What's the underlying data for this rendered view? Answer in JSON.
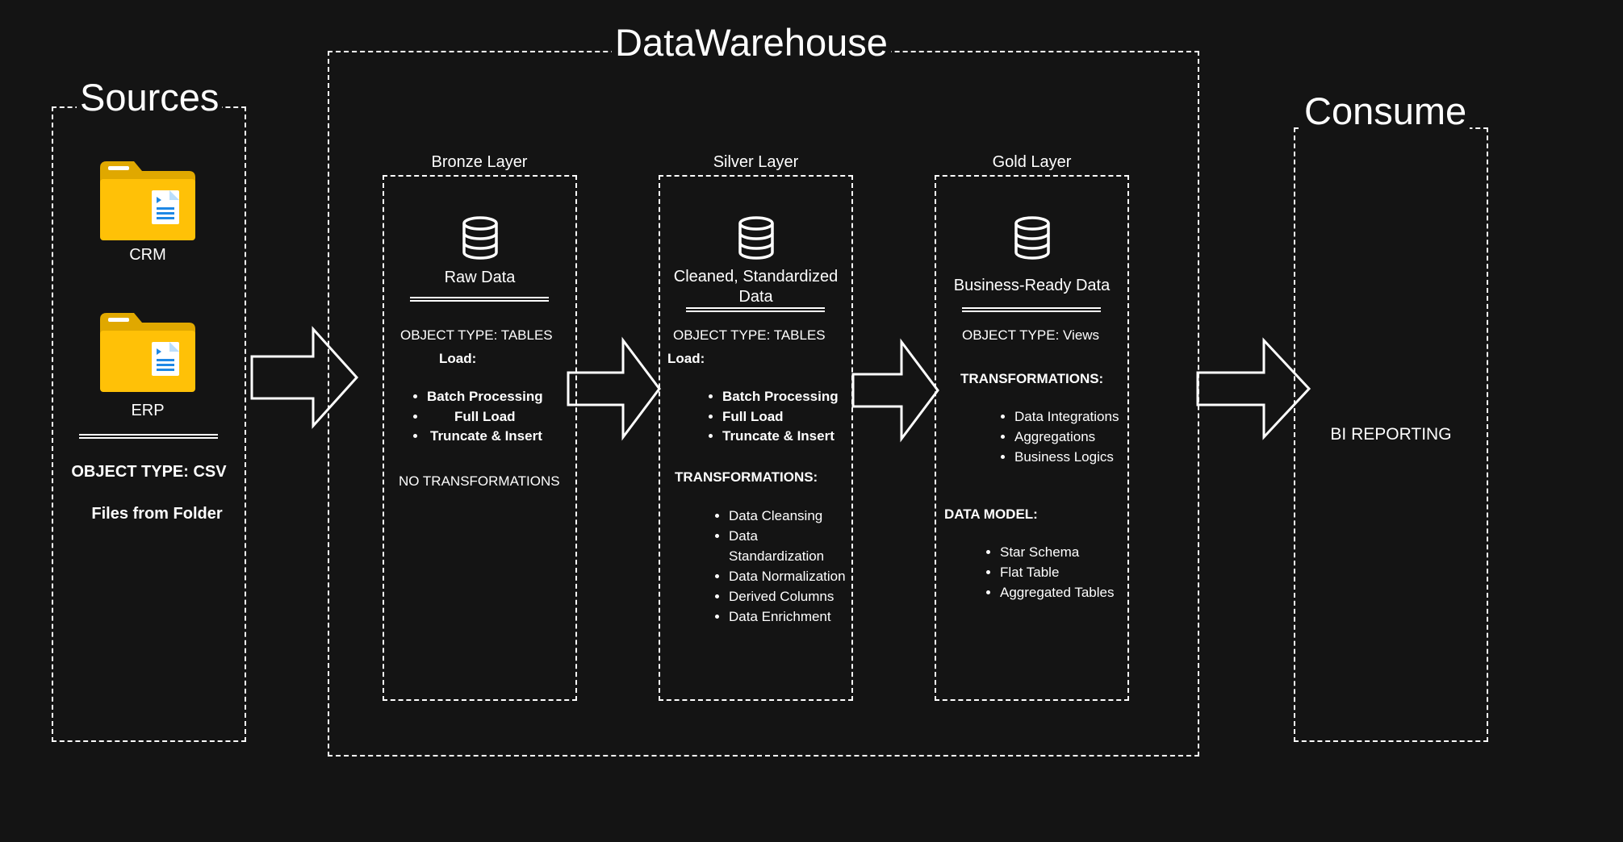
{
  "sources": {
    "title": "Sources",
    "crm_label": "CRM",
    "erp_label": "ERP",
    "object_type": "OBJECT TYPE: CSV",
    "files": "Files from Folder"
  },
  "warehouse": {
    "title": "DataWarehouse"
  },
  "bronze": {
    "title": "Bronze Layer",
    "data_label": "Raw Data",
    "object_type": "OBJECT TYPE: TABLES",
    "load_label": "Load:",
    "load_items": [
      "Batch Processing",
      "Full Load",
      "Truncate & Insert"
    ],
    "transformations": "NO TRANSFORMATIONS"
  },
  "silver": {
    "title": "Silver Layer",
    "data_label_1": "Cleaned, Standardized",
    "data_label_2": "Data",
    "object_type": "OBJECT TYPE: TABLES",
    "load_label": "Load:",
    "load_items": [
      "Batch Processing",
      "Full Load",
      "Truncate & Insert"
    ],
    "transformations_label": "TRANSFORMATIONS:",
    "transformations": [
      "Data Cleansing",
      "Data",
      "Standardization",
      "Data Normalization",
      "Derived Columns",
      "Data Enrichment"
    ]
  },
  "gold": {
    "title": "Gold Layer",
    "data_label": "Business-Ready Data",
    "object_type": "OBJECT TYPE: Views",
    "transformations_label": "TRANSFORMATIONS:",
    "transformations": [
      "Data Integrations",
      "Aggregations",
      "Business Logics"
    ],
    "data_model_label": "DATA MODEL:",
    "data_model": [
      "Star Schema",
      "Flat Table",
      "Aggregated Tables"
    ]
  },
  "consume": {
    "title": "Consume",
    "bi": "BI REPORTING"
  },
  "icons": {
    "folder": "folder-document-icon",
    "database": "database-icon",
    "arrow": "right-arrow-icon"
  },
  "colors": {
    "background": "#141414",
    "folder_yellow": "#FFC107",
    "folder_dark": "#E0A800",
    "document_blue": "#1E88E5"
  }
}
